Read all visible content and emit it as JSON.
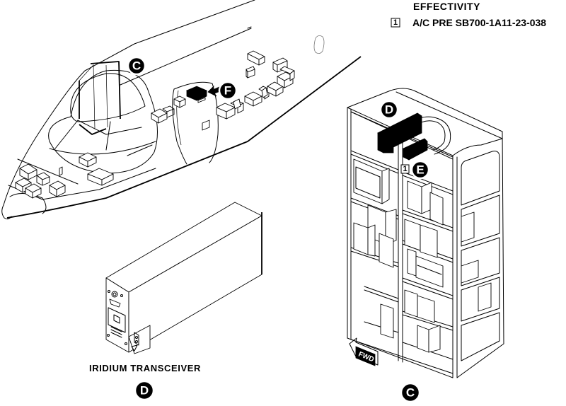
{
  "effectivity": {
    "title": "EFFECTIVITY",
    "notes": [
      {
        "marker": "1",
        "text": "A/C PRE SB700-1A11-23-038"
      }
    ]
  },
  "callouts": {
    "c_aircraft": "C",
    "f_aircraft": "F",
    "d_rack": "D",
    "e_rack": "E",
    "e_rack_note": "1",
    "d_view": "D",
    "c_view": "C"
  },
  "captions": {
    "transceiver": "IRIDIUM TRANSCEIVER"
  },
  "fwd_arrow": {
    "label": "FWD"
  }
}
